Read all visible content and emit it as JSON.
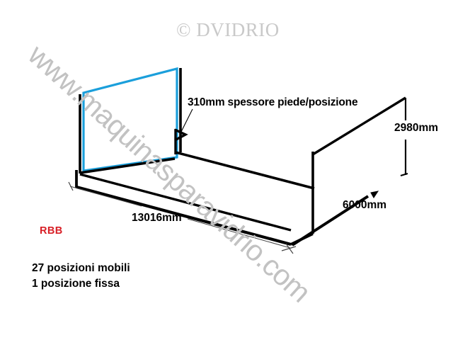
{
  "drawing": {
    "title_watermark": "© DVIDRIO",
    "site_watermark": "www.maquinasparavidrio.com",
    "model_label": "RBB",
    "dimensions": {
      "foot_thickness": "310mm spessore piede/posizione",
      "height": "2980mm",
      "depth": "6000mm",
      "length": "13016mm"
    },
    "notes": [
      "27 posizioni mobili",
      "1 posizione fissa"
    ],
    "colors": {
      "glass_panel": "#1b9fdb",
      "structure": "#000000",
      "model_label": "#d81f26",
      "watermark": "#c2c2c2",
      "background": "#ffffff"
    }
  }
}
